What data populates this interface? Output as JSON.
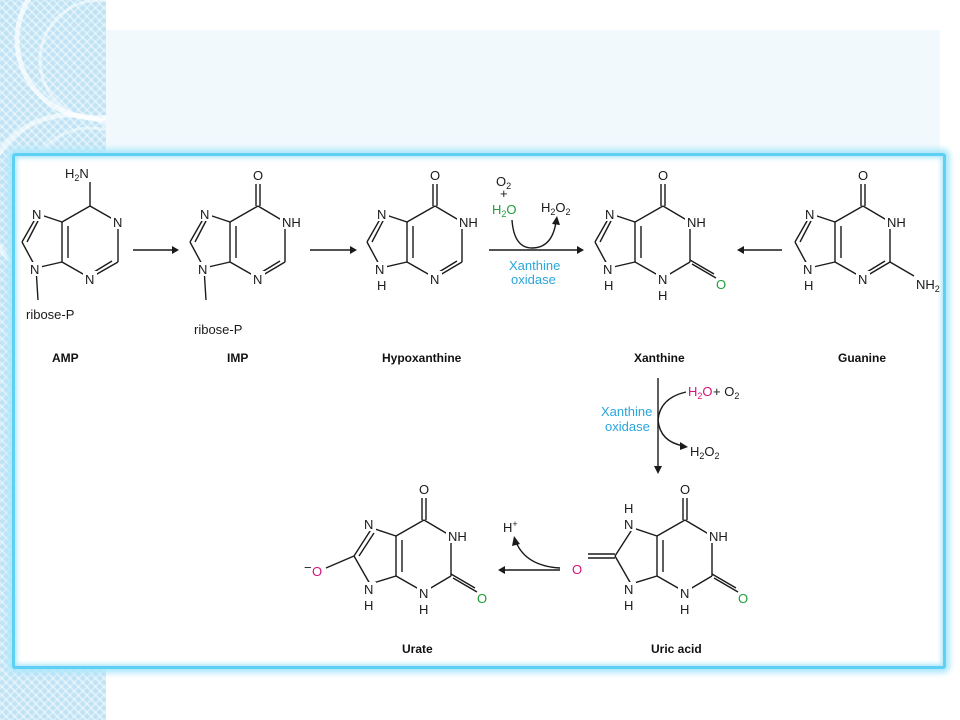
{
  "compounds": {
    "amp": {
      "label": "AMP",
      "substituent_top": "H",
      "substituent_top_sub": "2",
      "substituent_top_rest": "N",
      "ribose": "ribose-P"
    },
    "imp": {
      "label": "IMP",
      "ribose": "ribose-P"
    },
    "hypoxanthine": {
      "label": "Hypoxanthine"
    },
    "xanthine": {
      "label": "Xanthine"
    },
    "guanine": {
      "label": "Guanine"
    },
    "uric_acid": {
      "label": "Uric acid"
    },
    "urate": {
      "label": "Urate"
    }
  },
  "atoms": {
    "N": "N",
    "NH": "NH",
    "H": "H",
    "O": "O",
    "NH2_main": "NH",
    "NH2_sub": "2",
    "minus": "−",
    "hplus_main": "H",
    "hplus_sup": "+"
  },
  "reaction1": {
    "o2_main": "O",
    "o2_sub": "2",
    "plus": "+",
    "h2o_h": "H",
    "h2o_sub": "2",
    "h2o_o": "O",
    "h2o2_h": "H",
    "h2o2_sub1": "2",
    "h2o2_o": "O",
    "h2o2_sub2": "2",
    "enzyme_line1": "Xanthine",
    "enzyme_line2": "oxidase"
  },
  "reaction2": {
    "h2o_h": "H",
    "h2o_sub": "2",
    "h2o_o": "O",
    "plus_o2": "+ O",
    "o2_sub": "2",
    "h2o2_h": "H",
    "h2o2_sub1": "2",
    "h2o2_o": "O",
    "h2o2_sub2": "2",
    "enzyme_line1": "Xanthine",
    "enzyme_line2": "oxidase"
  },
  "colors": {
    "frame_border": "#5fd0f5",
    "water_green": "#1f9e3a",
    "water_magenta": "#d4147a",
    "enzyme_cyan": "#2aa6db"
  }
}
